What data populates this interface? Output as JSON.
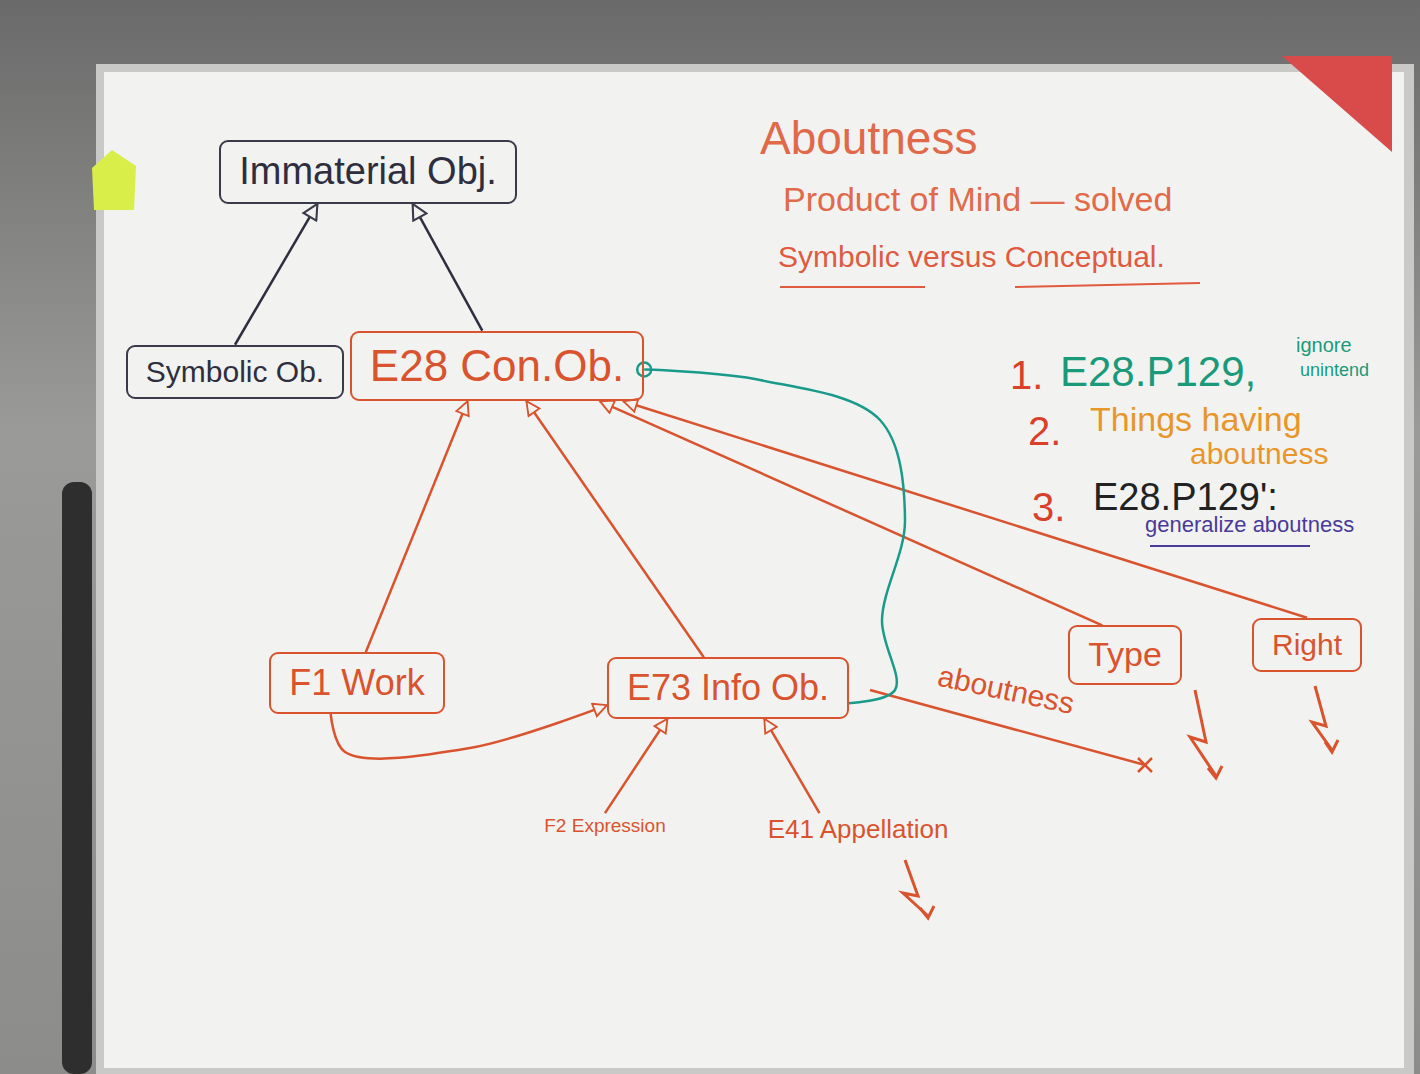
{
  "diagram": {
    "nodes": [
      {
        "text": [
          "Immaterial Obj."
        ]
      },
      {
        "text": [
          "Symbolic Ob."
        ]
      },
      {
        "text": [
          "E28 Con.Ob."
        ]
      },
      {
        "text": [
          "F1 Work"
        ]
      },
      {
        "text": [
          "E73 Info Ob."
        ]
      },
      {
        "text": [
          "Type"
        ]
      },
      {
        "text": [
          "Right"
        ]
      },
      {
        "text": [
          "F2 Expression"
        ]
      },
      {
        "text": [
          "E41 Appellation"
        ]
      }
    ],
    "edges": [
      {
        "from": 1,
        "to": 0,
        "arrow": "to"
      },
      {
        "from": 2,
        "to": 0,
        "arrow": "to"
      },
      {
        "from": 3,
        "to": 2,
        "arrow": "to"
      },
      {
        "from": 4,
        "to": 2,
        "arrow": "to"
      },
      {
        "from": 5,
        "to": 2,
        "arrow": "to"
      },
      {
        "from": 6,
        "to": 2,
        "arrow": "to"
      },
      {
        "from": 3,
        "to": 4,
        "arrow": "to"
      },
      {
        "from": 7,
        "to": 4,
        "arrow": "to"
      },
      {
        "from": 8,
        "to": 4,
        "arrow": "to"
      },
      {
        "from": 2,
        "to": 4,
        "arrow": "none"
      }
    ],
    "labels": [
      "Aboutness",
      "Product of Mind — solved",
      "Symbolic versus Conceptual.",
      "1.",
      "E28.P129,",
      "ignore",
      "unintend",
      "2.",
      "Things having",
      "aboutness",
      "3.",
      "E28.P129':",
      "generalize aboutness",
      "aboutness"
    ]
  }
}
